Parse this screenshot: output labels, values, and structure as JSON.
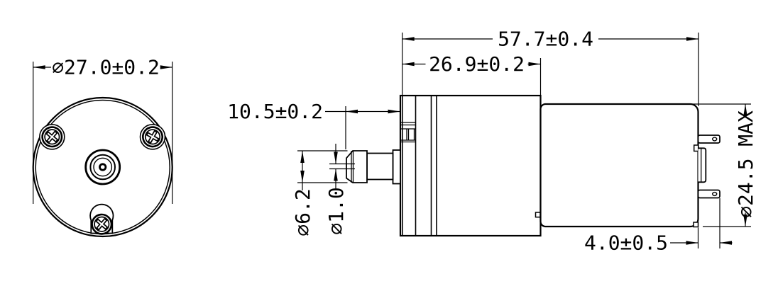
{
  "front_view": {
    "diameter_label": "⌀27.0±0.2"
  },
  "side_view": {
    "total_length_label": "57.7±0.4",
    "gearbox_length_label": "26.9±0.2",
    "shaft_length_label": "10.5±0.2",
    "collar_diameter_label": "⌀6.2",
    "shaft_tip_diameter_label": "⌀1.0",
    "motor_diameter_label": "⌀24.5 MAX",
    "terminal_length_label": "4.0±0.5"
  },
  "colors": {
    "line": "#000000",
    "background": "#ffffff"
  }
}
